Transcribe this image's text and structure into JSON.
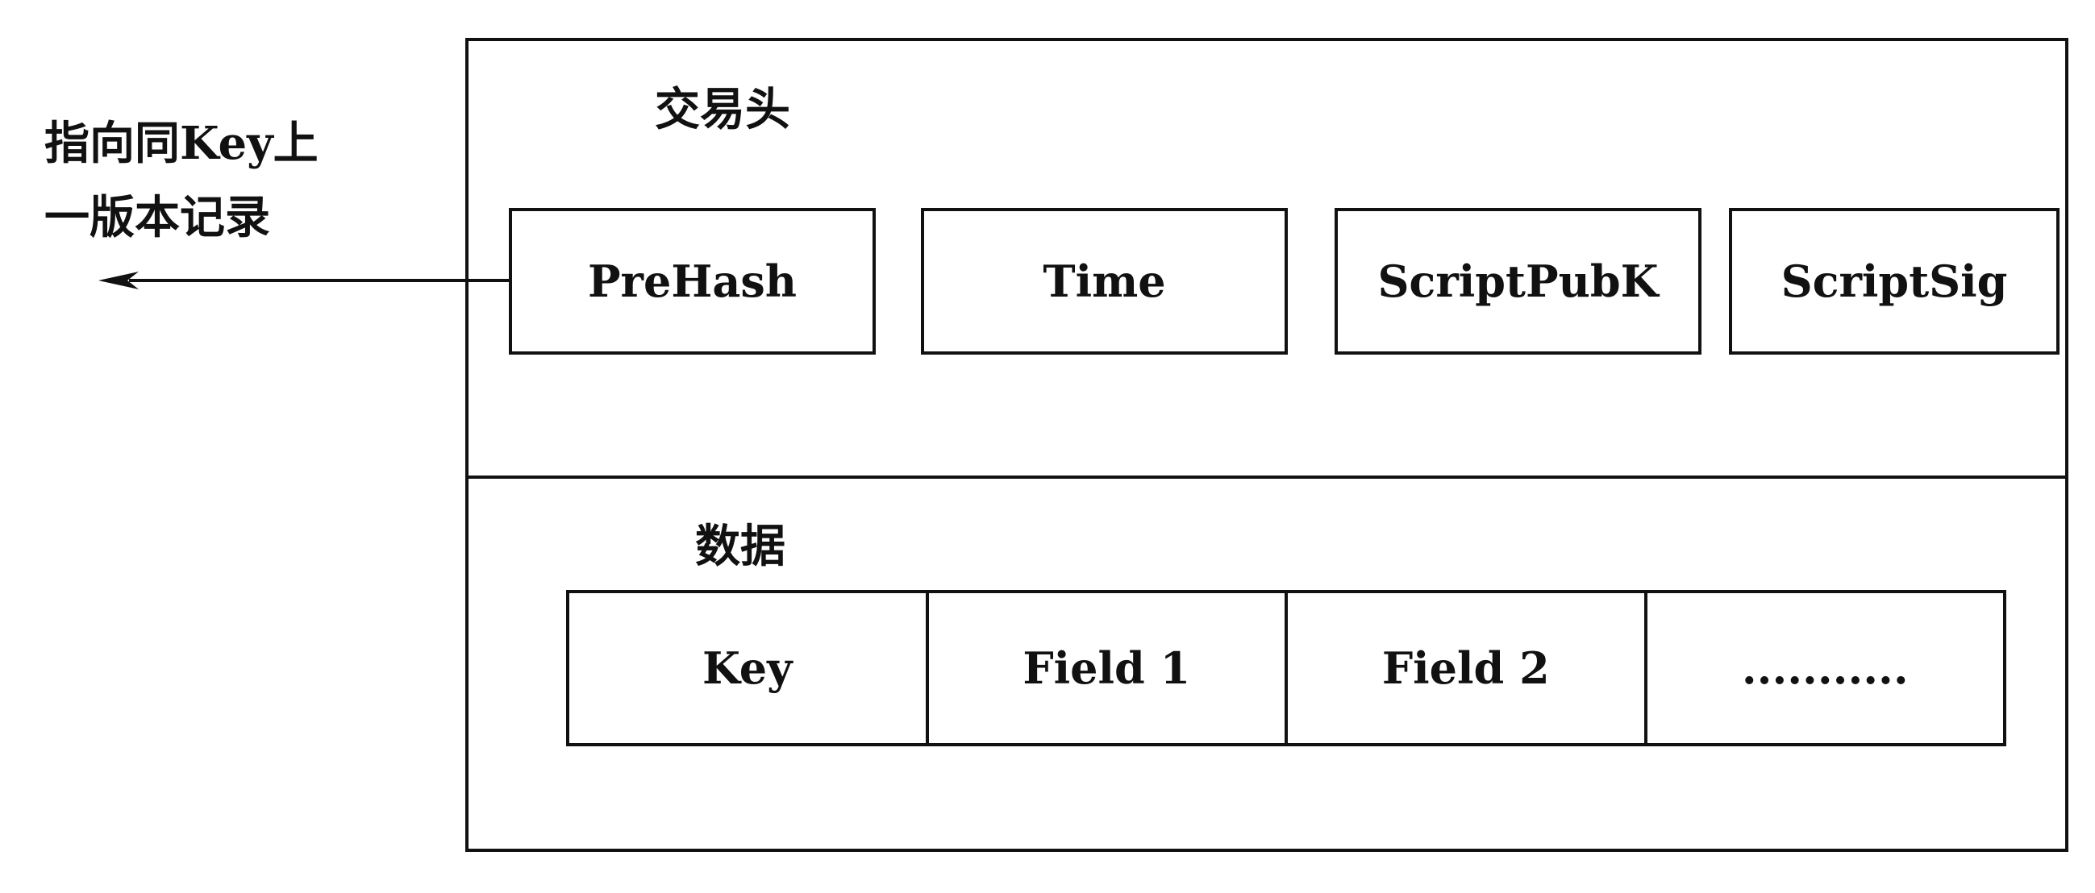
{
  "diagram": {
    "record": {
      "header_title": "交易头",
      "header_fields": [
        "PreHash",
        "Time",
        "ScriptPubK",
        "ScriptSig"
      ],
      "data_title": "数据",
      "data_fields": [
        "Key",
        "Field 1",
        "Field 2",
        "..........."
      ]
    },
    "pointer_label": {
      "line1": "指向同Key上",
      "line2": "一版本记录"
    }
  }
}
